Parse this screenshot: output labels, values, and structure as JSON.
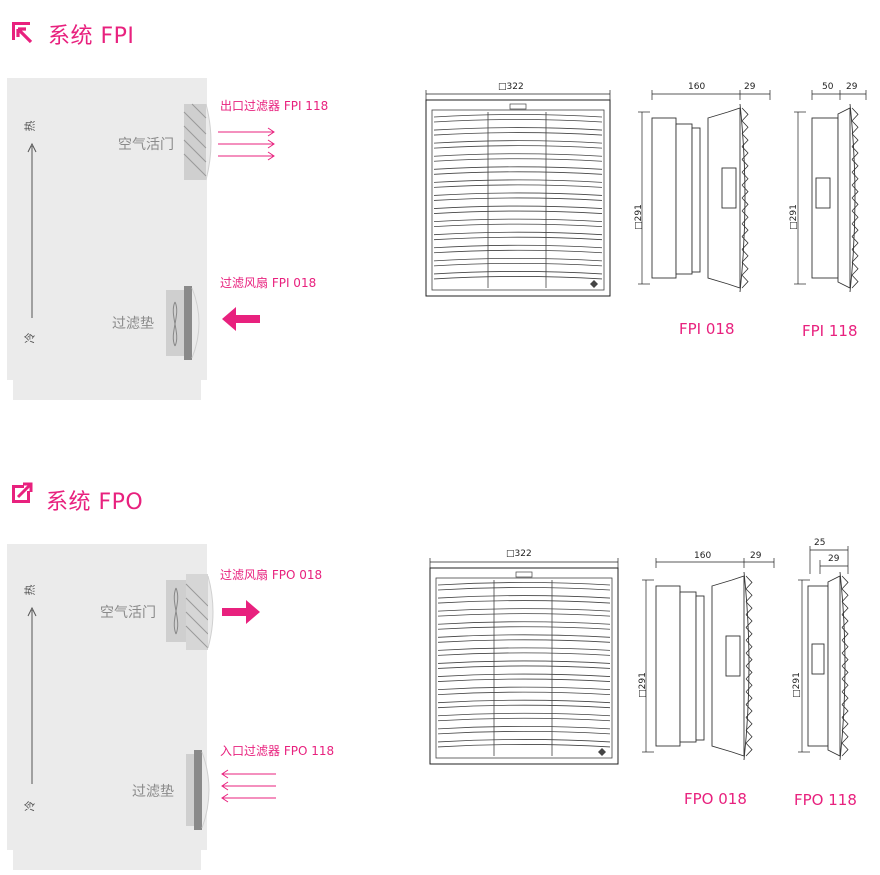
{
  "sections": [
    {
      "title_cn": "系统",
      "title_code": "FPI",
      "icon": "arrow-in-icon",
      "axis_hot": "热",
      "axis_cold": "冷",
      "upper_unit_label": "空气活门",
      "upper_device_label": "出口过滤器 FPI 118",
      "lower_unit_label": "过滤垫",
      "lower_device_label": "过滤风扇 FPI 018",
      "dim_width": "322",
      "dim_height": "291",
      "dim_depth_a": "160",
      "dim_depth_b": "29",
      "dim_small_a": "50",
      "dim_small_b": "29",
      "model_a": "FPI 018",
      "model_b": "FPI 118"
    },
    {
      "title_cn": "系统",
      "title_code": "FPO",
      "icon": "arrow-out-icon",
      "axis_hot": "热",
      "axis_cold": "冷",
      "upper_unit_label": "空气活门",
      "upper_device_label": "过滤风扇 FPO 018",
      "lower_unit_label": "过滤垫",
      "lower_device_label": "入口过滤器 FPO 118",
      "dim_width": "322",
      "dim_height": "291",
      "dim_depth_a": "160",
      "dim_depth_b": "29",
      "dim_small_a": "25",
      "dim_small_b": "29",
      "model_a": "FPO 018",
      "model_b": "FPO 118"
    }
  ],
  "colors": {
    "accent": "#e8217e",
    "cabinet": "#ebebeb",
    "unit": "#cfcfcf"
  }
}
